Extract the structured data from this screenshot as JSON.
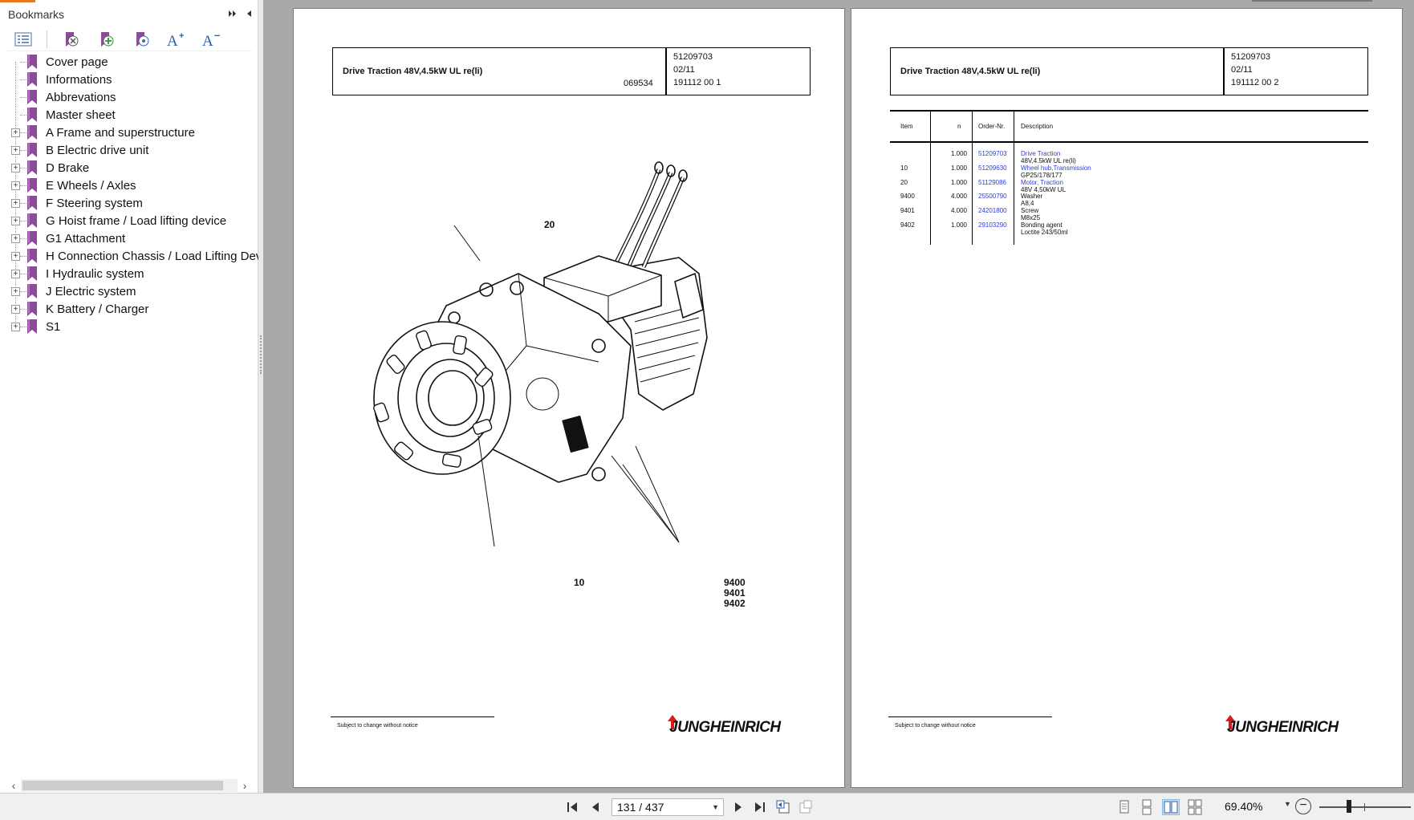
{
  "sidebar": {
    "title": "Bookmarks",
    "toolbar": [
      {
        "icon": "expand-all-icon"
      },
      {
        "icon": "delete-bookmark-icon"
      },
      {
        "icon": "add-bookmark-icon"
      },
      {
        "icon": "bookmark-properties-icon"
      },
      {
        "icon": "increase-font-icon",
        "text": "A+"
      },
      {
        "icon": "decrease-font-icon",
        "text": "A−"
      }
    ],
    "items": [
      {
        "label": "Cover page",
        "expandable": false
      },
      {
        "label": "Informations",
        "expandable": false
      },
      {
        "label": "Abbrevations",
        "expandable": false
      },
      {
        "label": "Master sheet",
        "expandable": false
      },
      {
        "label": "A Frame and superstructure",
        "expandable": true
      },
      {
        "label": "B Electric drive unit",
        "expandable": true
      },
      {
        "label": "D Brake",
        "expandable": true
      },
      {
        "label": "E Wheels / Axles",
        "expandable": true
      },
      {
        "label": "F Steering system",
        "expandable": true
      },
      {
        "label": "G Hoist frame / Load lifting device",
        "expandable": true
      },
      {
        "label": "G1 Attachment",
        "expandable": true
      },
      {
        "label": "H Connection Chassis / Load Lifting Devi",
        "expandable": true
      },
      {
        "label": "I Hydraulic system",
        "expandable": true
      },
      {
        "label": "J Electric system",
        "expandable": true
      },
      {
        "label": "K Battery / Charger",
        "expandable": true
      },
      {
        "label": "S1",
        "expandable": true
      }
    ]
  },
  "left_page": {
    "title": "Drive Traction 48V,4.5kW UL re(li)",
    "code": "069534",
    "r1": "51209703",
    "r2": "02/11",
    "r3": "191112 00 1",
    "callouts": {
      "c20": "20",
      "c10": "10",
      "c9400": "9400",
      "c9401": "9401",
      "c9402": "9402"
    },
    "footer": "Subject to change without notice",
    "logo": "JUNGHEINRICH"
  },
  "right_page": {
    "title": "Drive Traction 48V,4.5kW UL re(li)",
    "r1": "51209703",
    "r2": "02/11",
    "r3": "191112 00 2",
    "columns": {
      "item": "Item",
      "n": "n",
      "order": "Order-Nr.",
      "desc": "Description"
    },
    "rows": [
      {
        "item": "",
        "n": "1.000",
        "order": "51209703",
        "desc1": "Drive Traction",
        "desc2": "48V,4.5kW UL re(li)"
      },
      {
        "item": "10",
        "n": "1.000",
        "order": "51209630",
        "desc1": "Wheel hub,Transmission",
        "desc2": "GP25/178/177"
      },
      {
        "item": "20",
        "n": "1.000",
        "order": "51129086",
        "desc1": "Motor, Traction",
        "desc2": "48V 4,50kW UL"
      },
      {
        "item": "9400",
        "n": "4.000",
        "order": "25500790",
        "desc1": "Washer",
        "desc2": "A8,4"
      },
      {
        "item": "9401",
        "n": "4.000",
        "order": "24201800",
        "desc1": "Screw",
        "desc2": "M8x25"
      },
      {
        "item": "9402",
        "n": "1.000",
        "order": "29103290",
        "desc1": "Bonding agent",
        "desc2": "Loctite 243/50ml"
      }
    ],
    "footer": "Subject to change without notice",
    "logo": "JUNGHEINRICH"
  },
  "statusbar": {
    "page_value": "131 / 437",
    "zoom": "69.40%"
  },
  "colors": {
    "accent": "#e8791e",
    "bookmark": "#8e4a9a",
    "link": "#2b3fd6",
    "logo_red": "#d01e1e",
    "doc_bg": "#a9a9a9"
  }
}
